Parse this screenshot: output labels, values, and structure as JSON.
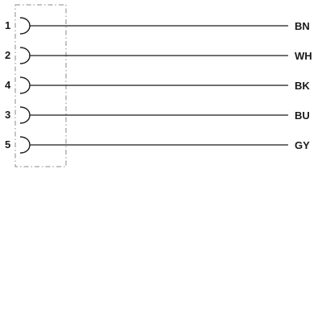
{
  "diagram": {
    "pins": [
      {
        "number": "1",
        "wire": "BN"
      },
      {
        "number": "2",
        "wire": "WH"
      },
      {
        "number": "4",
        "wire": "BK"
      },
      {
        "number": "3",
        "wire": "BU"
      },
      {
        "number": "5",
        "wire": "GY"
      }
    ]
  },
  "colors": {
    "line": "#1a1a1a",
    "housing_outline": "#8a8a8a",
    "background": "#ffffff"
  }
}
